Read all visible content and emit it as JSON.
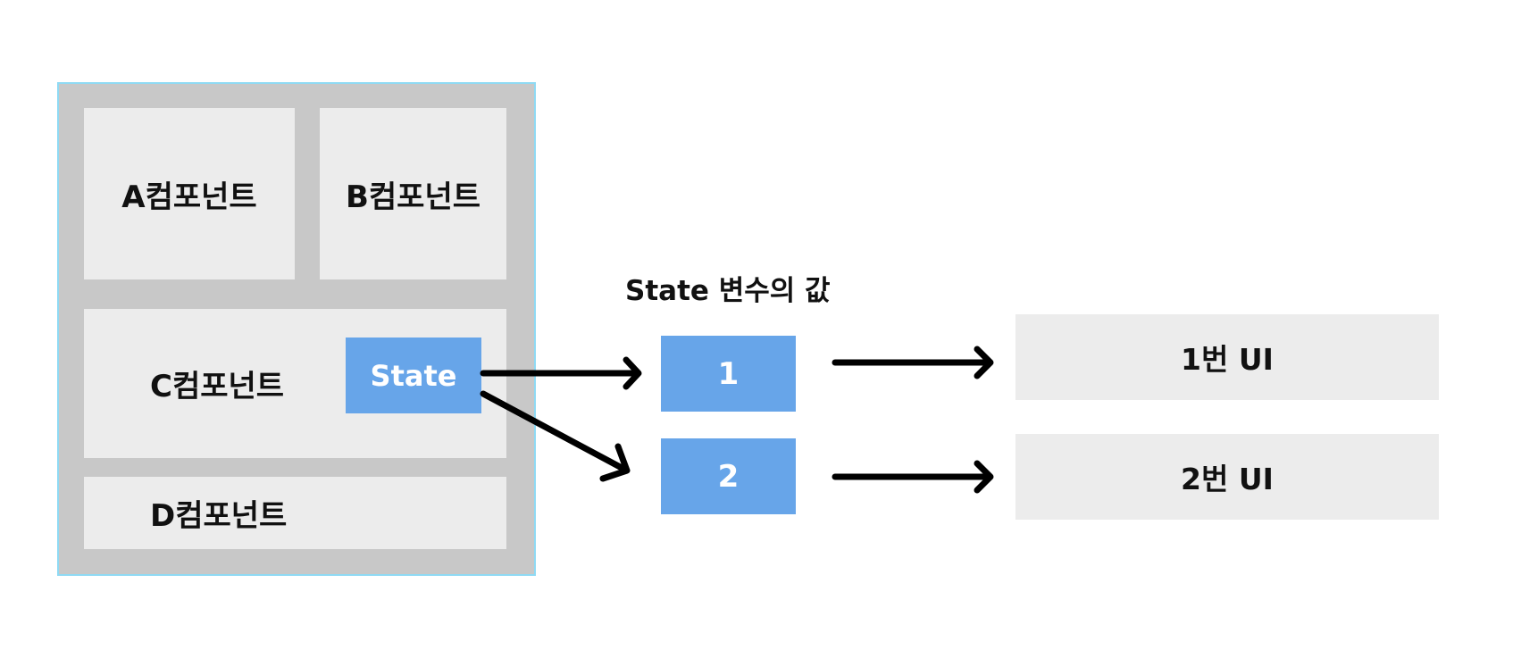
{
  "components": {
    "a": "A컴포넌트",
    "b": "B컴포넌트",
    "c": "C컴포넌트",
    "d": "D컴포넌트",
    "state": "State"
  },
  "state_values": {
    "title": "State 변수의 값",
    "values": [
      "1",
      "2"
    ]
  },
  "ui_outputs": [
    "1번 UI",
    "2번 UI"
  ],
  "colors": {
    "container": "#c8c8c8",
    "container_border": "#8fdaf4",
    "component": "#ececec",
    "state": "#67a5e9",
    "arrow": "#000000"
  }
}
